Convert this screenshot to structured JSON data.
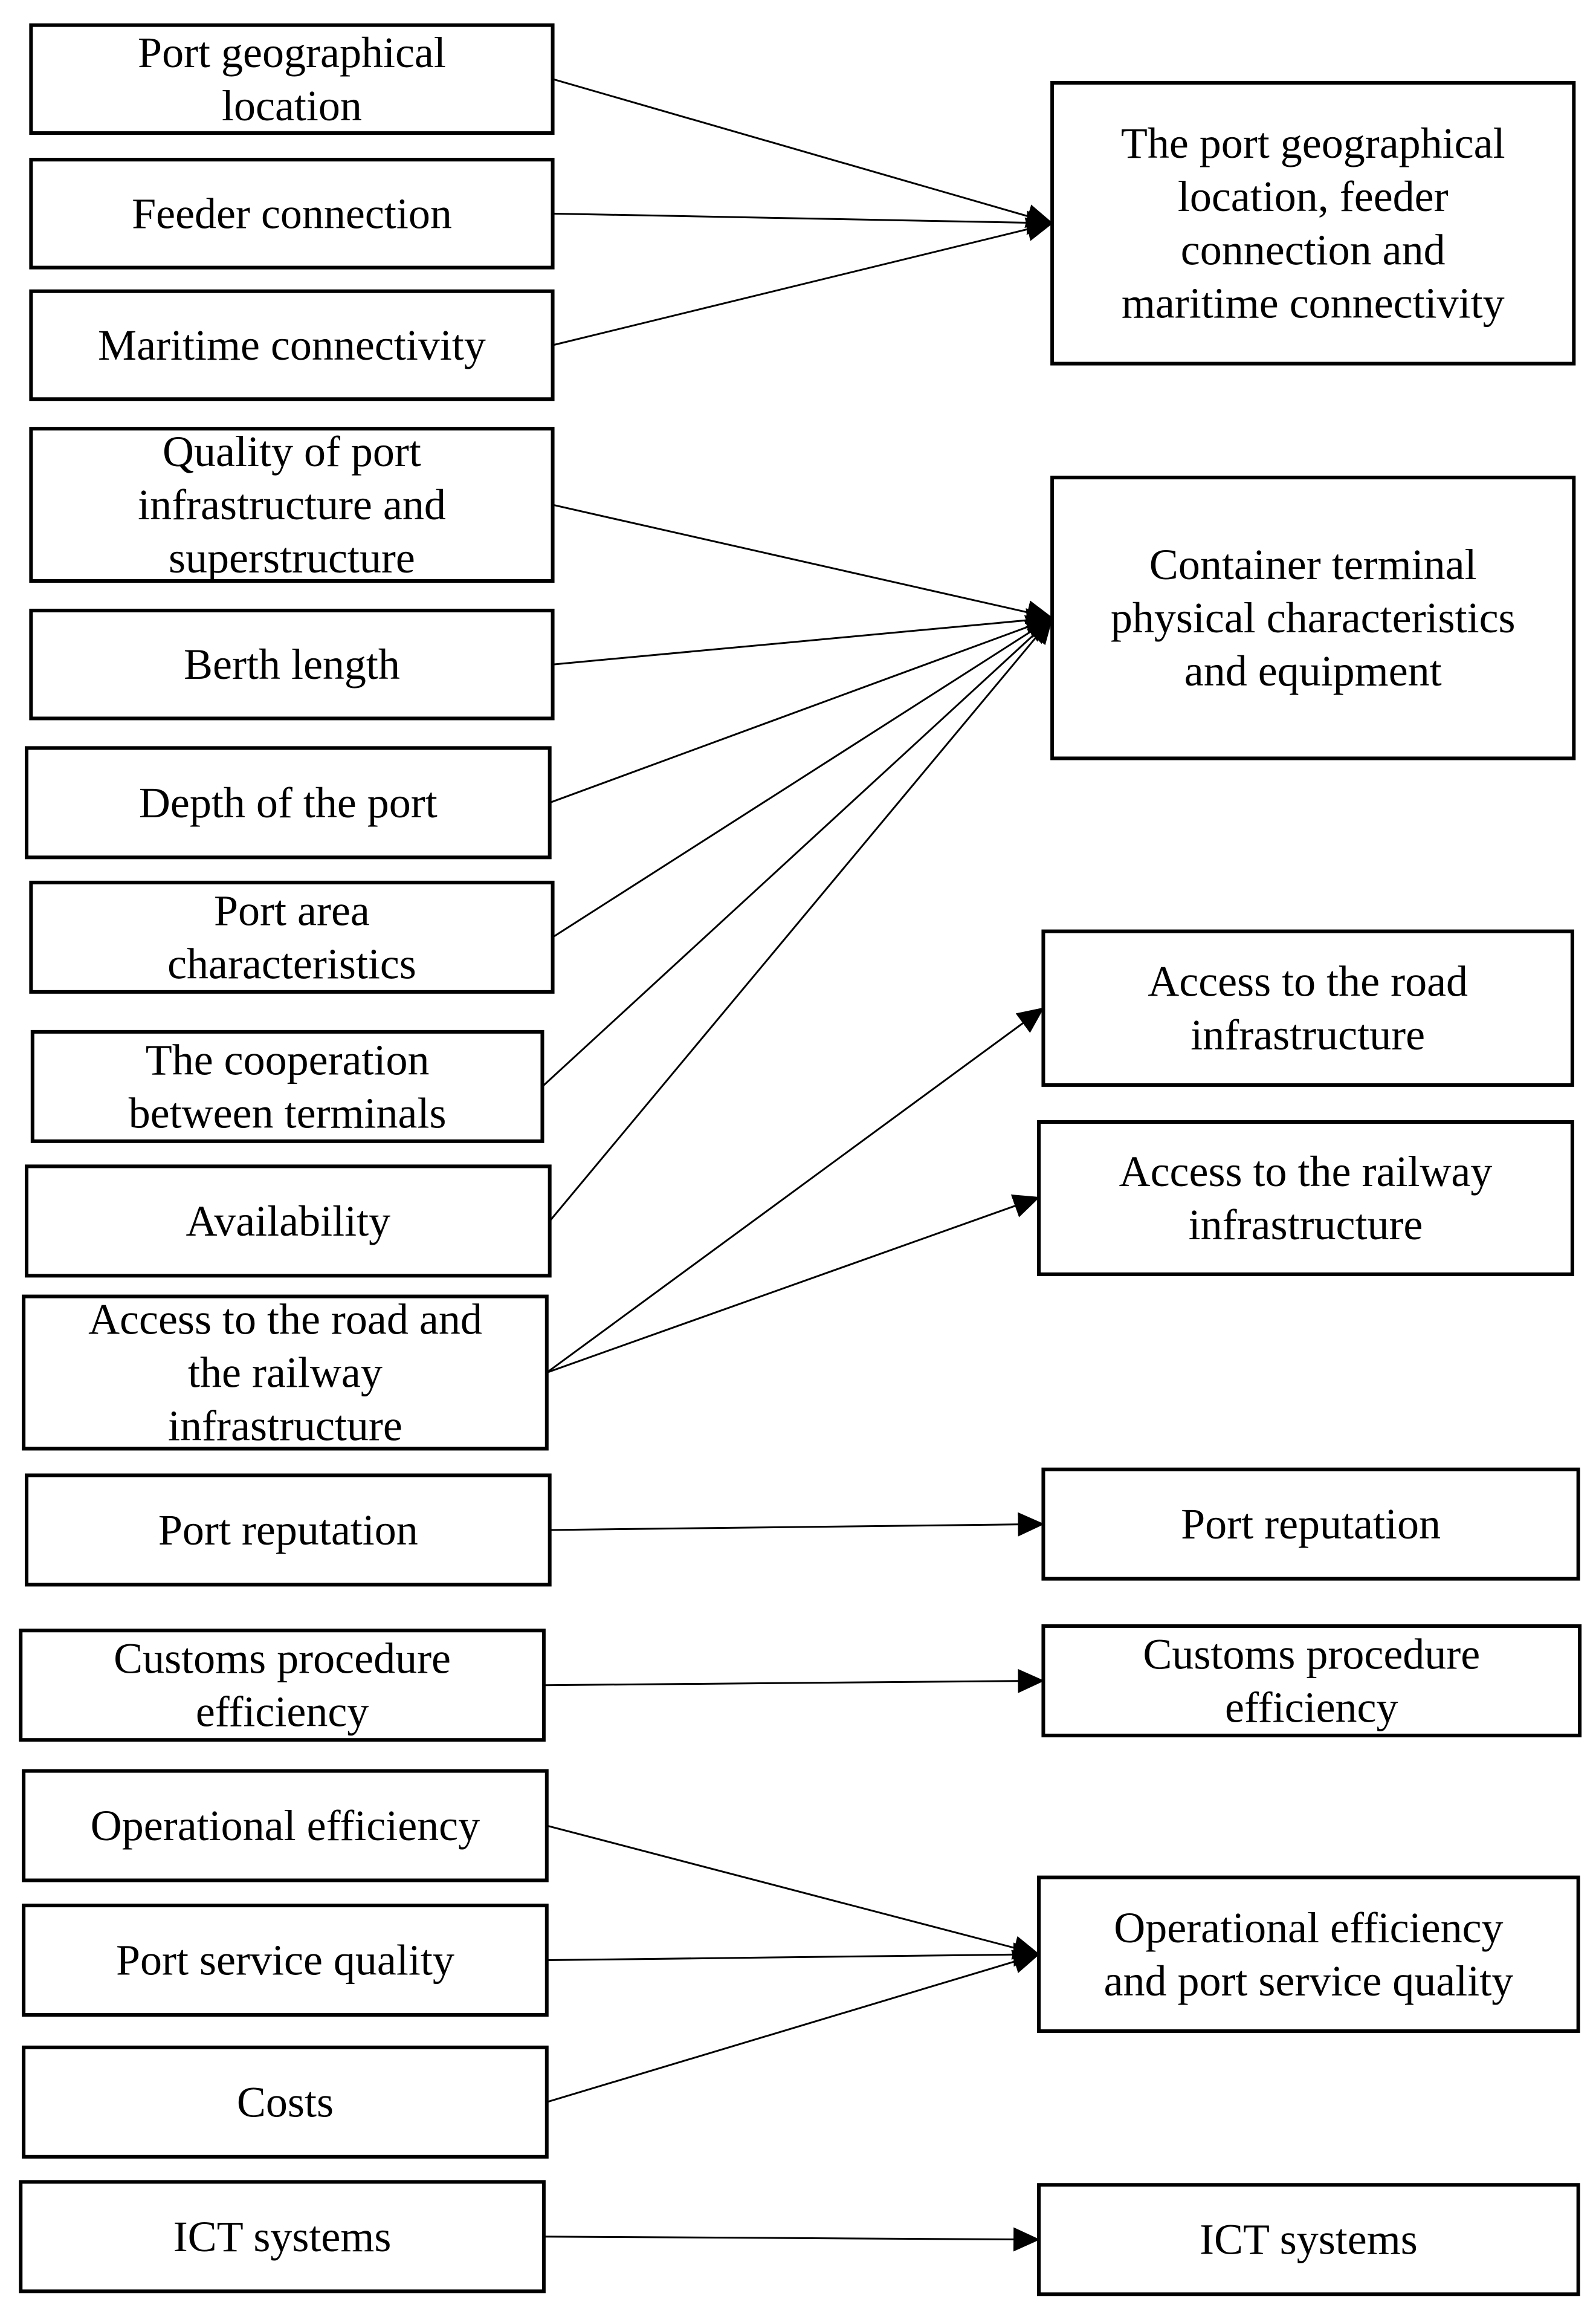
{
  "left_factors": {
    "port_geographical_location": [
      "Port geographical",
      "location"
    ],
    "feeder_connection": [
      "Feeder connection"
    ],
    "maritime_connectivity": [
      "Maritime connectivity"
    ],
    "quality_infrastructure": [
      "Quality of port",
      "infrastructure and",
      "superstructure"
    ],
    "berth_length": [
      "Berth length"
    ],
    "depth_of_port": [
      "Depth of the port"
    ],
    "port_area_characteristics": [
      "Port area",
      "characteristics"
    ],
    "cooperation_between_terminals": [
      "The cooperation",
      "between terminals"
    ],
    "availability": [
      "Availability"
    ],
    "access_road_railway": [
      "Access to the road and",
      "the railway",
      "infrastructure"
    ],
    "port_reputation": [
      "Port reputation"
    ],
    "customs_procedure_efficiency": [
      "Customs procedure",
      "efficiency"
    ],
    "operational_efficiency": [
      "Operational efficiency"
    ],
    "port_service_quality": [
      "Port service quality"
    ],
    "costs": [
      "Costs"
    ],
    "ict_systems": [
      "ICT systems"
    ]
  },
  "right_groups": {
    "location_connectivity": [
      "The port geographical",
      "location, feeder",
      "connection and",
      "maritime connectivity"
    ],
    "terminal_characteristics": [
      "Container terminal",
      "physical characteristics",
      "and equipment"
    ],
    "access_road": [
      "Access to the road",
      "infrastructure"
    ],
    "access_railway": [
      "Access to the railway",
      "infrastructure"
    ],
    "port_reputation": [
      "Port reputation"
    ],
    "customs_procedure_efficiency": [
      "Customs procedure",
      "efficiency"
    ],
    "operational_service_quality": [
      "Operational efficiency",
      "and port service quality"
    ],
    "ict_systems": [
      "ICT systems"
    ]
  },
  "links": [
    [
      "port_geographical_location",
      "location_connectivity"
    ],
    [
      "feeder_connection",
      "location_connectivity"
    ],
    [
      "maritime_connectivity",
      "location_connectivity"
    ],
    [
      "quality_infrastructure",
      "terminal_characteristics"
    ],
    [
      "berth_length",
      "terminal_characteristics"
    ],
    [
      "depth_of_port",
      "terminal_characteristics"
    ],
    [
      "port_area_characteristics",
      "terminal_characteristics"
    ],
    [
      "cooperation_between_terminals",
      "terminal_characteristics"
    ],
    [
      "availability",
      "terminal_characteristics"
    ],
    [
      "access_road_railway",
      "access_road"
    ],
    [
      "access_road_railway",
      "access_railway"
    ],
    [
      "port_reputation",
      "port_reputation"
    ],
    [
      "customs_procedure_efficiency",
      "customs_procedure_efficiency"
    ],
    [
      "operational_efficiency",
      "operational_service_quality"
    ],
    [
      "port_service_quality",
      "operational_service_quality"
    ],
    [
      "costs",
      "operational_service_quality"
    ],
    [
      "ict_systems",
      "ict_systems"
    ]
  ]
}
